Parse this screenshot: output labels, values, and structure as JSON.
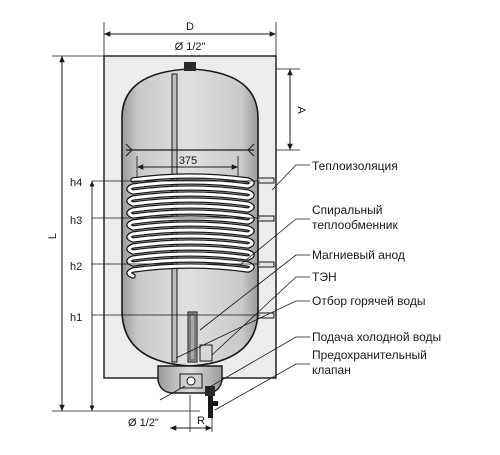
{
  "dimensions": {
    "width_label": "D",
    "top_fitting": "Ø 1/2\"",
    "bottom_fitting": "Ø 1/2\"",
    "height_label": "L",
    "top_offset_label": "A",
    "coil_width": "375",
    "bottom_offset_label": "R",
    "levels": [
      "h4",
      "h3",
      "h2",
      "h1"
    ]
  },
  "callouts": [
    "Теплоизоляция",
    "Спиральный",
    "теплообменник",
    "Магниевый анод",
    "ТЭН",
    "Отбор горячей воды",
    "Подача холодной воды",
    "Предохранительный",
    "клапан"
  ],
  "colors": {
    "line": "#1a1a1a",
    "insulation": "#e9e9e9",
    "tank": "#cfcfcf",
    "coil": "#ffffff"
  }
}
